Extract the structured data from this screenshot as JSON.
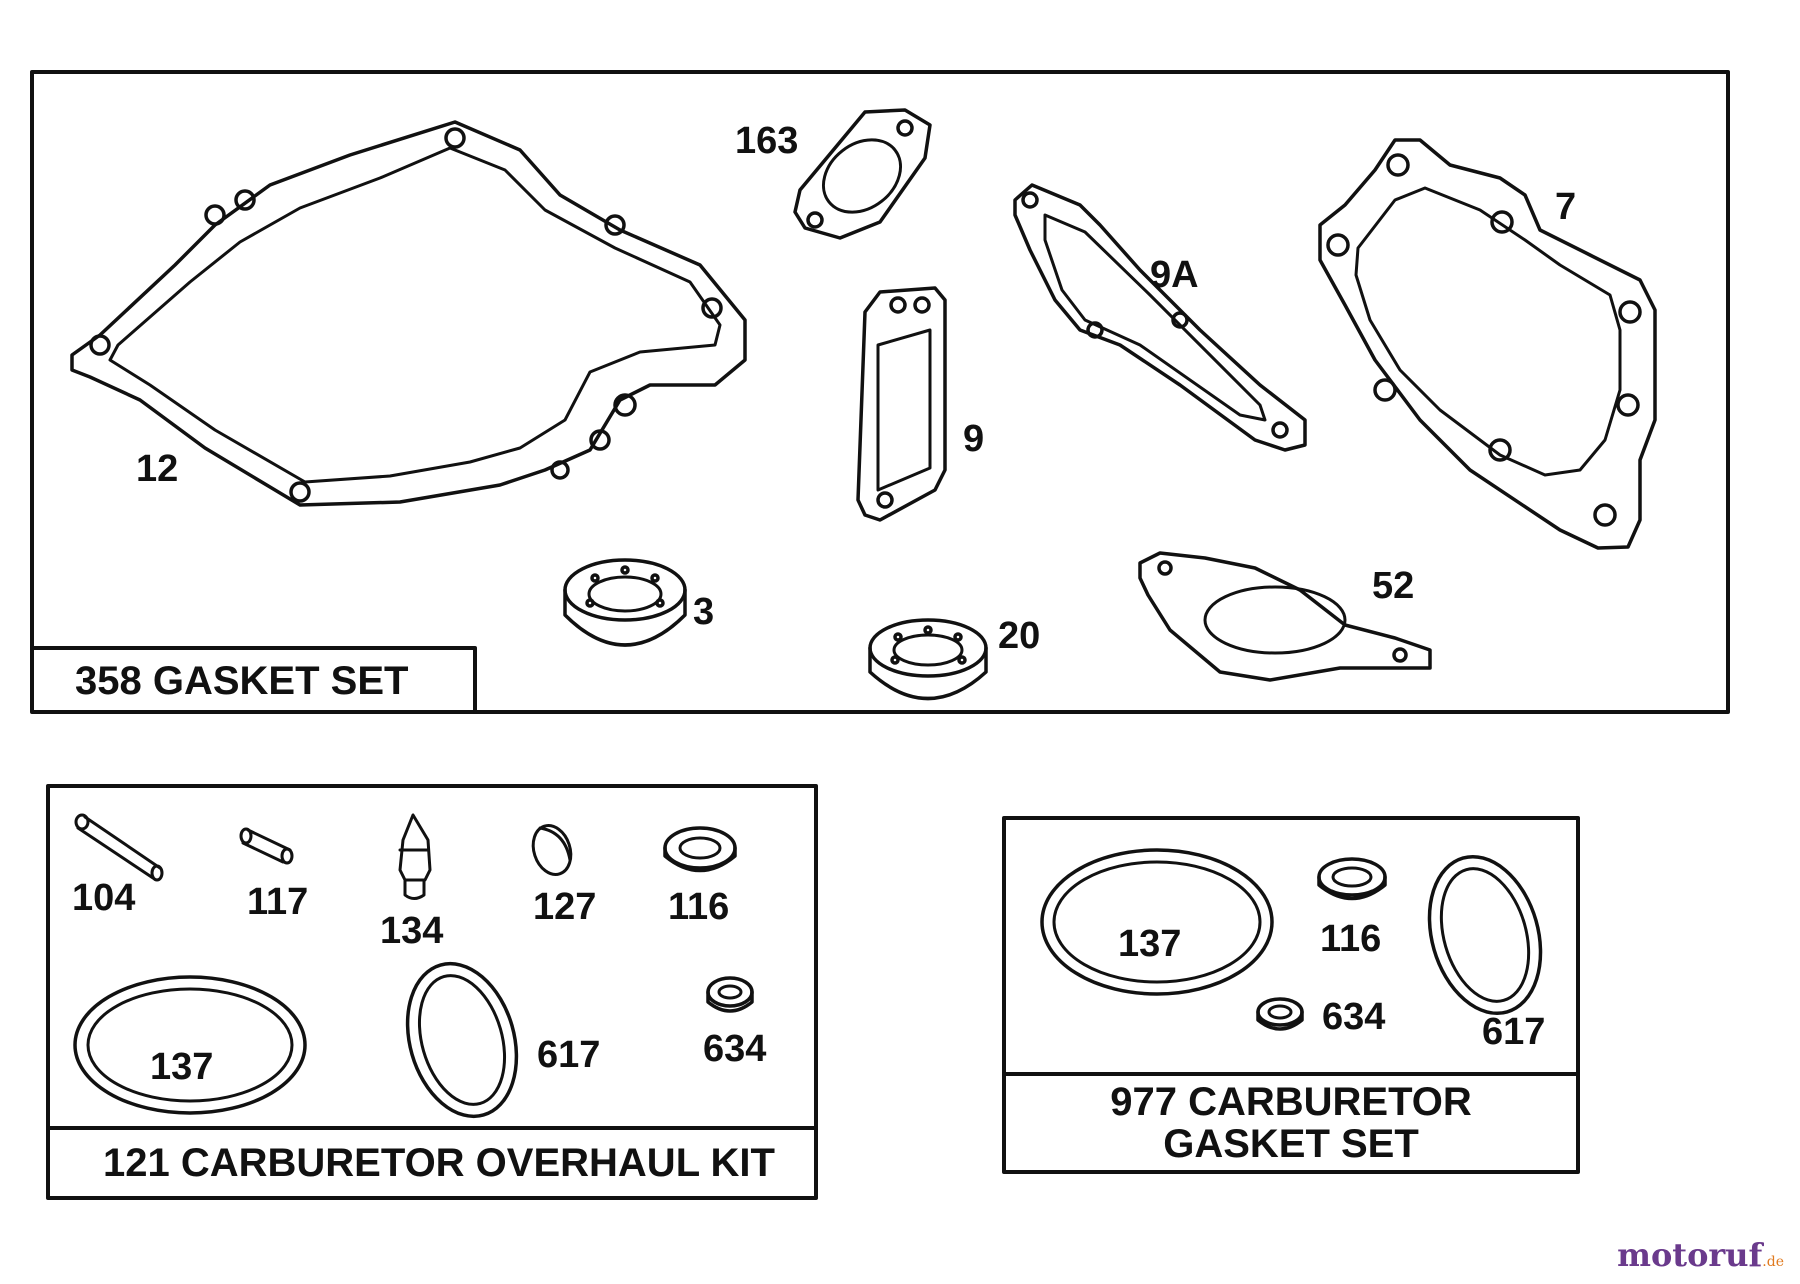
{
  "gasket_set": {
    "title": "358 GASKET SET",
    "callouts": {
      "p12": "12",
      "p163": "163",
      "p9a": "9A",
      "p7": "7",
      "p9": "9",
      "p3": "3",
      "p20": "20",
      "p52": "52"
    }
  },
  "overhaul_kit": {
    "title": "121 CARBURETOR OVERHAUL KIT",
    "callouts": {
      "p104": "104",
      "p117": "117",
      "p134": "134",
      "p127": "127",
      "p116": "116",
      "p137": "137",
      "p617": "617",
      "p634": "634"
    }
  },
  "carb_gasket_set": {
    "title_line1": "977 CARBURETOR",
    "title_line2": "GASKET SET",
    "callouts": {
      "p137": "137",
      "p116": "116",
      "p634": "634",
      "p617": "617"
    }
  },
  "watermark": {
    "brand": "motoruf",
    "tld": ".de",
    "brand_color": "#6a3a8c",
    "accent_color": "#e07a1f"
  }
}
